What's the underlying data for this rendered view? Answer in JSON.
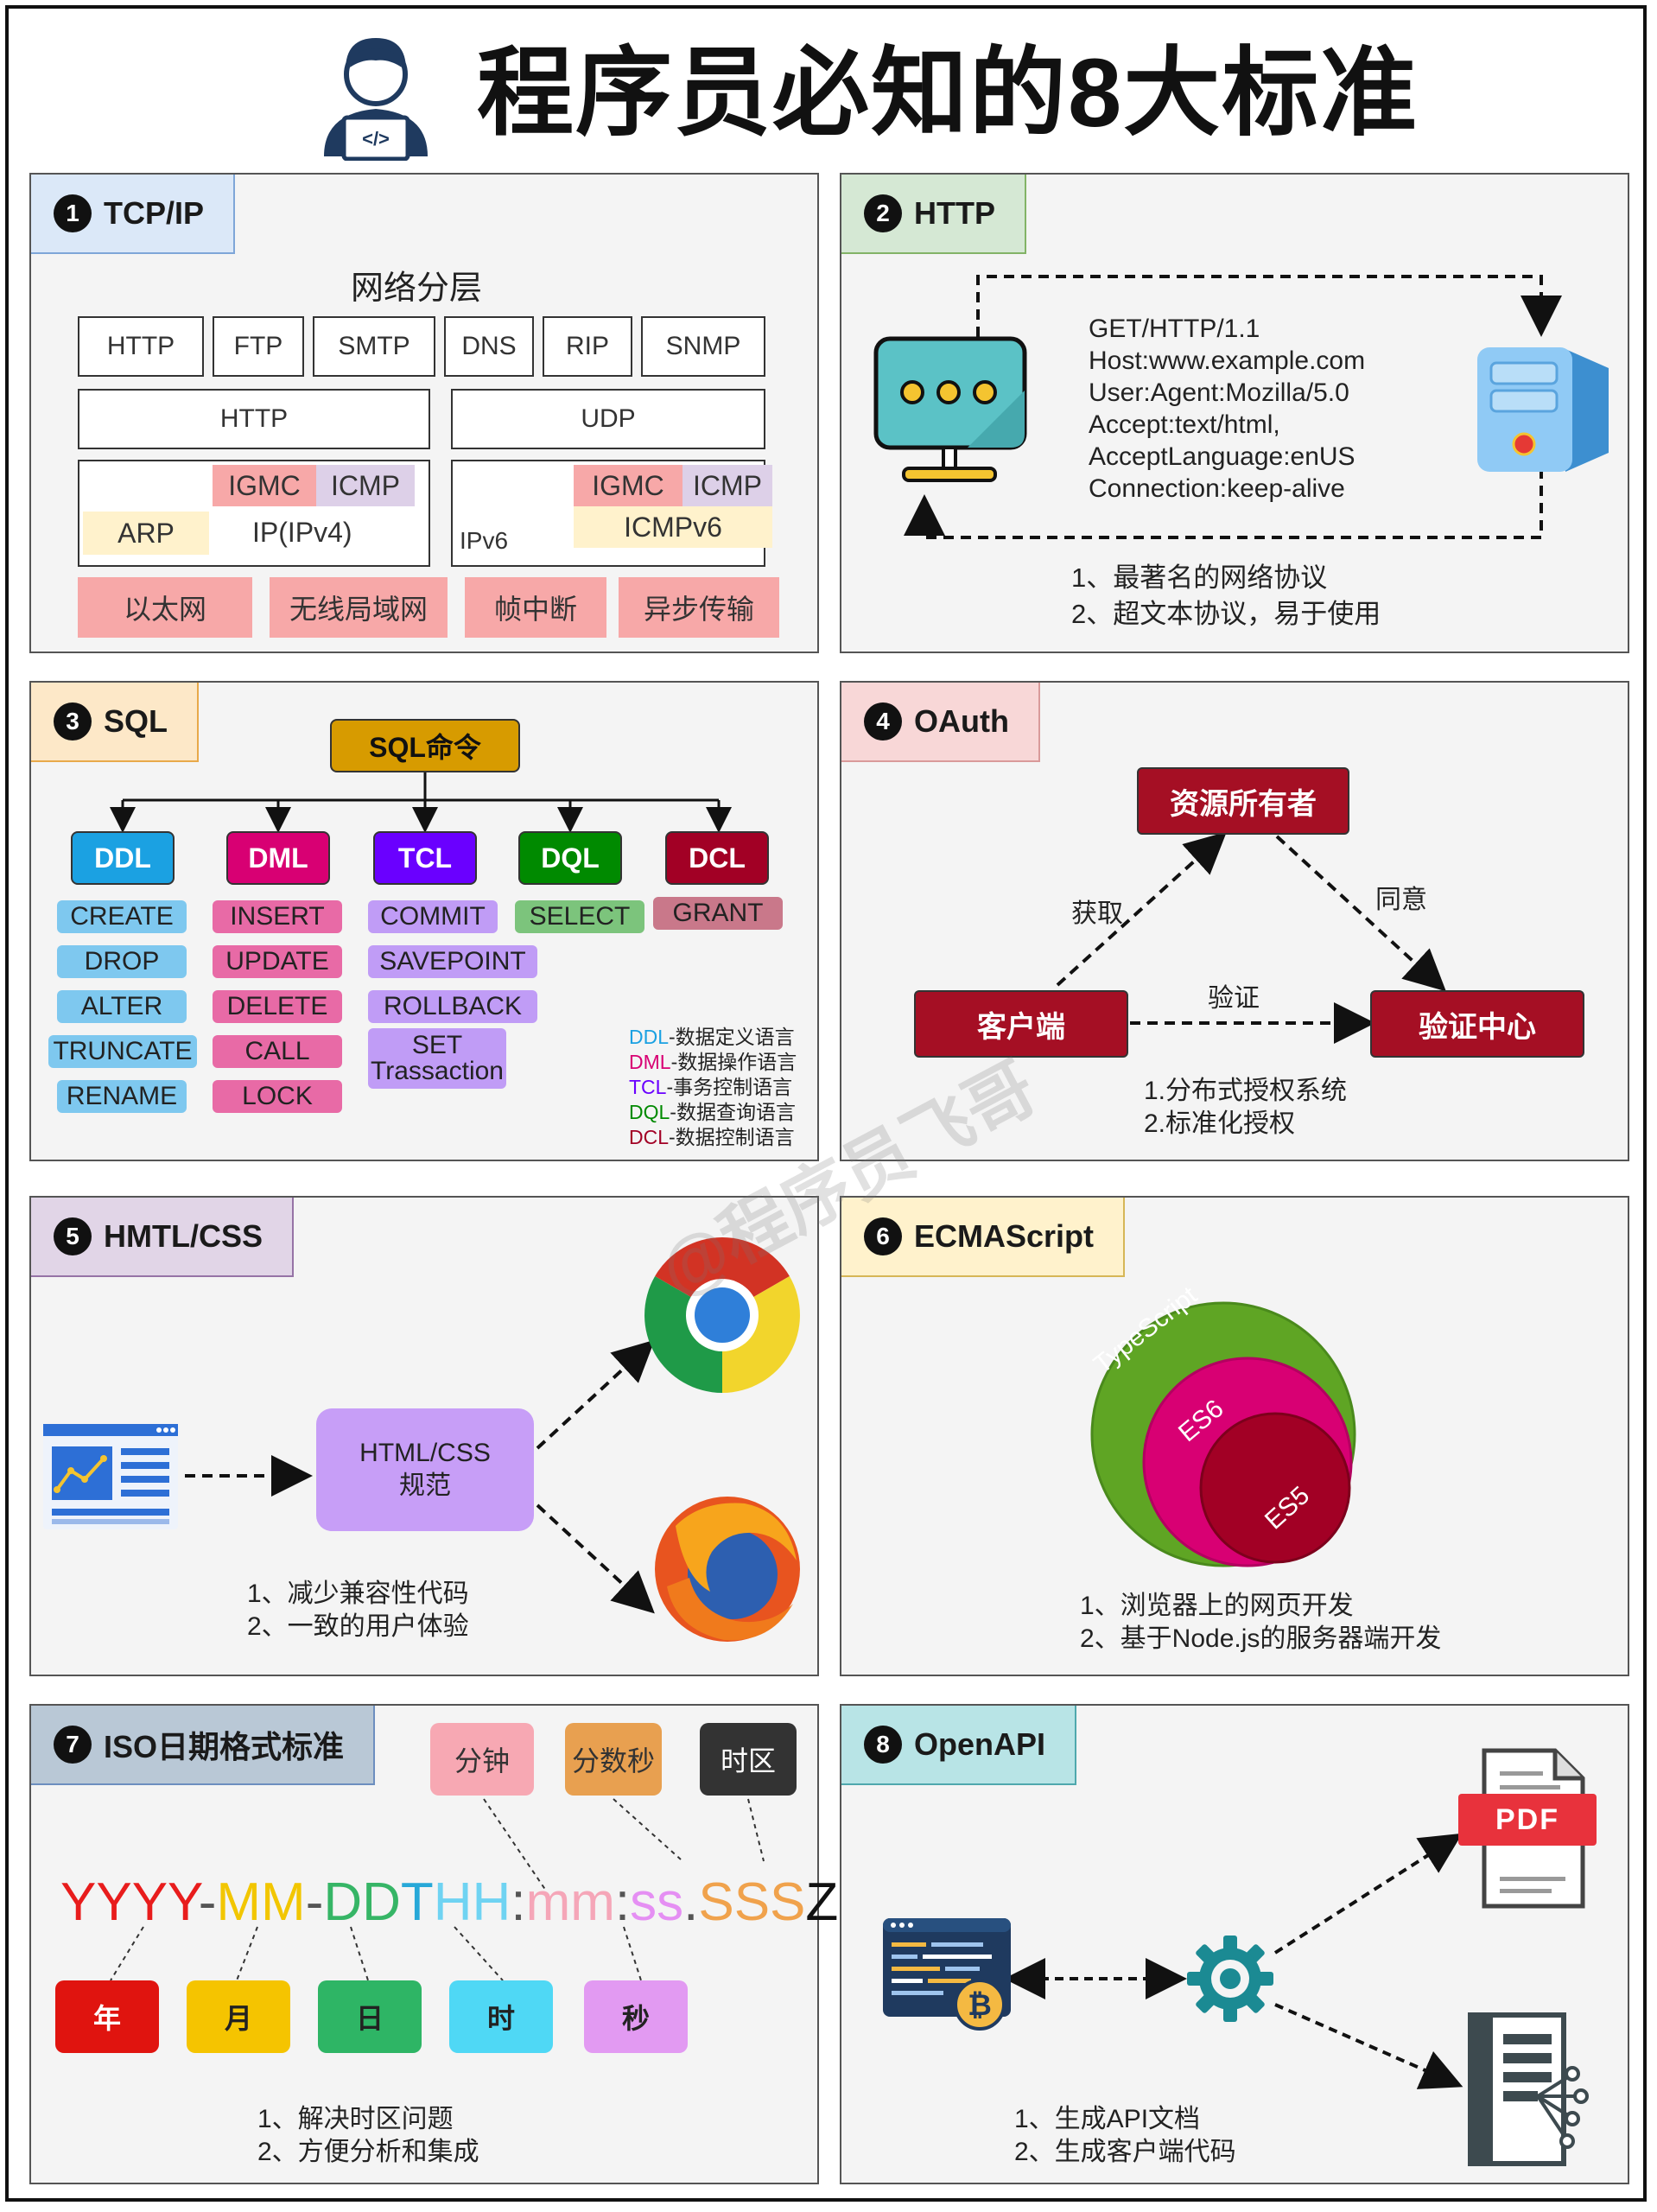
{
  "title": "程序员必知的8大标准",
  "watermark": "@程序员飞哥",
  "sections": {
    "tcpip": {
      "number": "1",
      "name": "TCP/IP",
      "tag_color": "#dbe8f8",
      "heading": "网络分层",
      "app_layer": [
        "HTTP",
        "FTP",
        "SMTP",
        "DNS",
        "RIP",
        "SNMP"
      ],
      "transport": [
        "HTTP",
        "UDP"
      ],
      "net_left": {
        "igmc": "IGMC",
        "icmp": "ICMP",
        "arp": "ARP",
        "ip": "IP(IPv4)"
      },
      "net_right": {
        "igmc": "IGMC",
        "icmp": "ICMP",
        "icmpv6": "ICMPv6",
        "ipv6": "IPv6"
      },
      "link": [
        "以太网",
        "无线局域网",
        "帧中断",
        "异步传输"
      ]
    },
    "http": {
      "number": "2",
      "name": "HTTP",
      "tag_color": "#d5e8d4",
      "request": [
        "GET/HTTP/1.1",
        "Host:www.example.com",
        "User:Agent:Mozilla/5.0",
        "Accept:text/html,",
        "AcceptLanguage:enUS",
        "Connection:keep-alive"
      ],
      "notes": [
        "1、最著名的网络协议",
        "2、超文本协议，易于使用"
      ]
    },
    "sql": {
      "number": "3",
      "name": "SQL",
      "tag_color": "#fde8c8",
      "root": "SQL命令",
      "categories": [
        {
          "name": "DDL",
          "color": "#1ba1e2",
          "item_color": "#7ec8ef",
          "items": [
            "CREATE",
            "DROP",
            "ALTER",
            "TRUNCATE",
            "RENAME"
          ]
        },
        {
          "name": "DML",
          "color": "#d80073",
          "item_color": "#e86aa6",
          "items": [
            "INSERT",
            "UPDATE",
            "DELETE",
            "CALL",
            "LOCK"
          ]
        },
        {
          "name": "TCL",
          "color": "#6a00ff",
          "item_color": "#c09cf6",
          "items": [
            "COMMIT",
            "SAVEPOINT",
            "ROLLBACK",
            "SET Trassaction"
          ]
        },
        {
          "name": "DQL",
          "color": "#008a00",
          "item_color": "#7cc47c",
          "items": [
            "SELECT"
          ]
        },
        {
          "name": "DCL",
          "color": "#a20025",
          "item_color": "#c9788a",
          "items": [
            "GRANT"
          ]
        }
      ],
      "legend": [
        {
          "abbr": "DDL",
          "desc": "-数据定义语言",
          "color": "#1ba1e2"
        },
        {
          "abbr": "DML",
          "desc": "-数据操作语言",
          "color": "#d80073"
        },
        {
          "abbr": "TCL",
          "desc": "-事务控制语言",
          "color": "#6a00ff"
        },
        {
          "abbr": "DQL",
          "desc": "-数据查询语言",
          "color": "#008a00"
        },
        {
          "abbr": "DCL",
          "desc": "-数据控制语言",
          "color": "#a20025"
        }
      ]
    },
    "oauth": {
      "number": "4",
      "name": "OAuth",
      "tag_color": "#f8d7d7",
      "owner": "资源所有者",
      "client": "客户端",
      "auth": "验证中心",
      "obtain": "获取",
      "agree": "同意",
      "verify": "验证",
      "notes": [
        "1.分布式授权系统",
        "2.标准化授权"
      ]
    },
    "htmlcss": {
      "number": "5",
      "name": "HMTL/CSS",
      "tag_color": "#e1d5e7",
      "spec": [
        "HTML/CSS",
        "规范"
      ],
      "notes": [
        "1、减少兼容性代码",
        "2、一致的用户体验"
      ]
    },
    "ecma": {
      "number": "6",
      "name": "ECMAScript",
      "tag_color": "#fff2cc",
      "rings": [
        "TypeScript",
        "ES6",
        "ES5"
      ],
      "notes": [
        "1、浏览器上的网页开发",
        "2、基于Node.js的服务器端开发"
      ]
    },
    "iso": {
      "number": "7",
      "name": "ISO日期格式标准",
      "tag_color": "#b9c8d6",
      "top_labels": [
        {
          "text": "分钟",
          "color": "#f7a8b3"
        },
        {
          "text": "分数秒",
          "color": "#e8a050"
        },
        {
          "text": "时区",
          "color": "#333333"
        }
      ],
      "format": [
        {
          "t": "YYYY",
          "c": "#e81c1c"
        },
        {
          "t": "-",
          "c": "#555555"
        },
        {
          "t": "MM",
          "c": "#f2c600"
        },
        {
          "t": "-",
          "c": "#555555"
        },
        {
          "t": "DD",
          "c": "#36b566"
        },
        {
          "t": "T",
          "c": "#27a8d8"
        },
        {
          "t": "HH",
          "c": "#6fd3f2"
        },
        {
          "t": ":",
          "c": "#555555"
        },
        {
          "t": "mm",
          "c": "#f5a6b8"
        },
        {
          "t": ":",
          "c": "#555555"
        },
        {
          "t": "ss",
          "c": "#e58ff3"
        },
        {
          "t": ".",
          "c": "#555555"
        },
        {
          "t": "SSS",
          "c": "#f0a24c"
        },
        {
          "t": "Z",
          "c": "#111111"
        }
      ],
      "bottom_labels": [
        {
          "text": "年",
          "color": "#e0140f",
          "fg": "#ffffff"
        },
        {
          "text": "月",
          "color": "#f5c400",
          "fg": "#222222"
        },
        {
          "text": "日",
          "color": "#2eb565",
          "fg": "#222222"
        },
        {
          "text": "时",
          "color": "#4fd8f5",
          "fg": "#222222"
        },
        {
          "text": "秒",
          "color": "#e29af2",
          "fg": "#222222"
        }
      ],
      "notes": [
        "1、解决时区问题",
        "2、方便分析和集成"
      ]
    },
    "openapi": {
      "number": "8",
      "name": "OpenAPI",
      "tag_color": "#b8e4e6",
      "pdf": "PDF",
      "notes": [
        "1、生成API文档",
        "2、生成客户端代码"
      ]
    }
  }
}
